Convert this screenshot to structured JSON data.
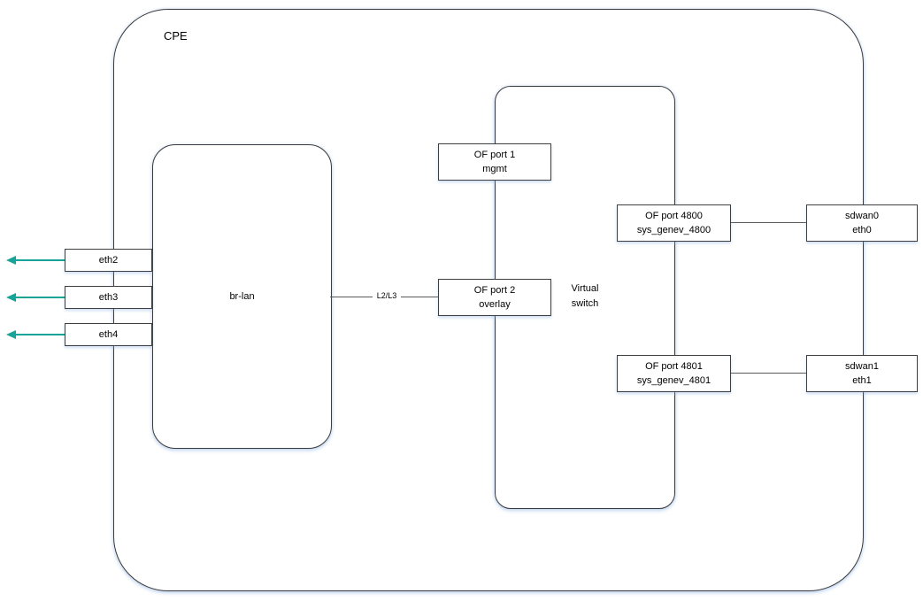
{
  "diagram": {
    "cpe": {
      "label": "CPE"
    },
    "br_lan": {
      "label": "br-lan"
    },
    "virtual_switch": {
      "label": "Virtual switch"
    },
    "lan_ports": {
      "eth2": {
        "label": "eth2"
      },
      "eth3": {
        "label": "eth3"
      },
      "eth4": {
        "label": "eth4"
      }
    },
    "of_ports": {
      "port1": {
        "line1": "OF port 1",
        "line2": "mgmt"
      },
      "port2": {
        "line1": "OF port 2",
        "line2": "overlay"
      },
      "port4800": {
        "line1": "OF port 4800",
        "line2": "sys_genev_4800"
      },
      "port4801": {
        "line1": "OF port 4801",
        "line2": "sys_genev_4801"
      }
    },
    "wan_interfaces": {
      "sdwan0": {
        "line1": "sdwan0",
        "line2": "eth0"
      },
      "sdwan1": {
        "line1": "sdwan1",
        "line2": "eth1"
      }
    },
    "edges": {
      "brlan_to_overlay_label": "L2/L3"
    },
    "colors": {
      "arrow_teal": "#17a398",
      "box_border": "#3f3f3f",
      "container_border": "#3a3a3a",
      "connector_gray": "#595959",
      "shadow_glow": "#82aae1"
    }
  }
}
